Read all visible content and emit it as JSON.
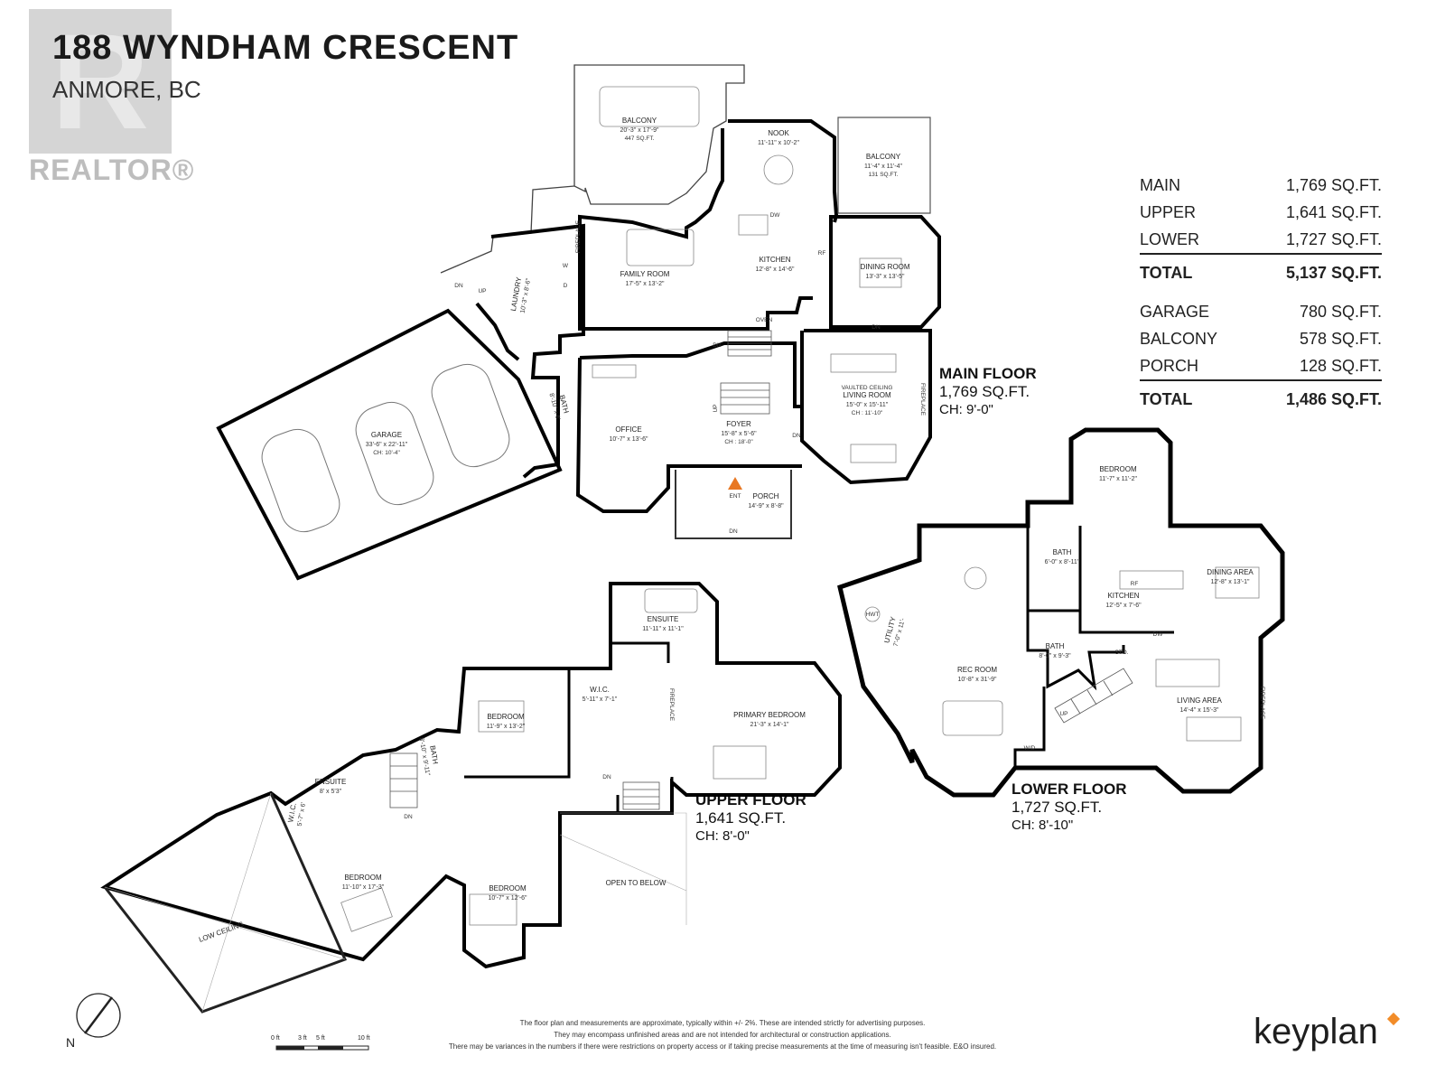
{
  "header": {
    "title": "188 WYNDHAM CRESCENT",
    "subtitle": "ANMORE, BC"
  },
  "logo": {
    "letter": "R",
    "word": "REALTOR®",
    "icon": "realtor-logo"
  },
  "summary": {
    "rows1": [
      {
        "label": "MAIN",
        "value": "1,769 SQ.FT."
      },
      {
        "label": "UPPER",
        "value": "1,641 SQ.FT."
      },
      {
        "label": "LOWER",
        "value": "1,727 SQ.FT."
      }
    ],
    "total1": {
      "label": "TOTAL",
      "value": "5,137 SQ.FT."
    },
    "rows2": [
      {
        "label": "GARAGE",
        "value": "780 SQ.FT."
      },
      {
        "label": "BALCONY",
        "value": "578 SQ.FT."
      },
      {
        "label": "PORCH",
        "value": "128 SQ.FT."
      }
    ],
    "total2": {
      "label": "TOTAL",
      "value": "1,486 SQ.FT."
    }
  },
  "floors": {
    "main": {
      "name": "MAIN FLOOR",
      "area": "1,769 SQ.FT.",
      "ch": "CH: 9'-0\""
    },
    "upper": {
      "name": "UPPER FLOOR",
      "area": "1,641 SQ.FT.",
      "ch": "CH: 8'-0\""
    },
    "lower": {
      "name": "LOWER FLOOR",
      "area": "1,727 SQ.FT.",
      "ch": "CH: 8'-10\""
    }
  },
  "rooms": {
    "balcony_large": {
      "name": "BALCONY",
      "dim": "20'-3\" x 17'-9\"",
      "area": "447 SQ.FT."
    },
    "nook": {
      "name": "NOOK",
      "dim": "11'-11\" x 10'-2\""
    },
    "balcony_small": {
      "name": "BALCONY",
      "dim": "11'-4\" x 11'-4\"",
      "area": "131 SQ.FT."
    },
    "kitchen_main": {
      "name": "KITCHEN",
      "dim": "12'-8\" x 14'-6\""
    },
    "family_room": {
      "name": "FAMILY ROOM",
      "dim": "17'-5\" x 13'-2\""
    },
    "dining_room": {
      "name": "DINING ROOM",
      "dim": "13'-3\" x 13'-5\""
    },
    "laundry": {
      "name": "LAUNDRY",
      "dim": "10'-3\" x 8'-6\""
    },
    "living_room": {
      "name": "LIVING ROOM",
      "tag": "VAULTED CEILING",
      "dim": "15'-0\" x 15'-11\"",
      "ch": "CH : 11'-10\""
    },
    "garage": {
      "name": "GARAGE",
      "dim": "33'-6\" x 22'-11\"",
      "ch": "CH: 10'-4\""
    },
    "bath_main": {
      "name": "BATH",
      "dim": "8'-10\" x 6'"
    },
    "office": {
      "name": "OFFICE",
      "dim": "10'-7\" x 13'-6\""
    },
    "foyer": {
      "name": "FOYER",
      "dim": "15'-8\" x 5'-6\"",
      "ch": "CH : 18'-0\""
    },
    "porch": {
      "name": "PORCH",
      "dim": "14'-9\" x 8'-8\""
    },
    "ensuite_upper": {
      "name": "ENSUITE",
      "dim": "11'-11\" x 11'-1\""
    },
    "wic_upper": {
      "name": "W.I.C.",
      "dim": "5'-11\" x 7'-1\""
    },
    "primary_bedroom": {
      "name": "PRIMARY BEDROOM",
      "dim": "21'-3\" x 14'-1\""
    },
    "bedroom_upper1": {
      "name": "BEDROOM",
      "dim": "11'-9\" x 13'-2\""
    },
    "bath_upper": {
      "name": "BATH",
      "dim": "8'-10\" x 9'-11\""
    },
    "ensuite_small": {
      "name": "ENSUITE",
      "dim": "8' x 5'3\""
    },
    "wic_small": {
      "name": "W.I.C.",
      "dim": "5'-7\" x 6'"
    },
    "bedroom_upper2": {
      "name": "BEDROOM",
      "dim": "11'-10\" x 17'-3\""
    },
    "bedroom_upper3": {
      "name": "BEDROOM",
      "dim": "10'-7\" x 12'-6\""
    },
    "open_to_below": {
      "name": "OPEN TO BELOW"
    },
    "low_ceiling": {
      "name": "LOW CEILING"
    },
    "bedroom_lower": {
      "name": "BEDROOM",
      "dim": "11'-7\" x 11'-2\""
    },
    "bath_lower1": {
      "name": "BATH",
      "dim": "6'-0\" x 8'-11\""
    },
    "dining_area": {
      "name": "DINING AREA",
      "dim": "12'-8\" x 13'-1\""
    },
    "kitchen_lower": {
      "name": "KITCHEN",
      "dim": "12'-5\" x 7'-6\""
    },
    "utility": {
      "name": "UTILITY",
      "dim": "7'-0\" x 11'-"
    },
    "rec_room": {
      "name": "REC ROOM",
      "dim": "10'-8\" x 31'-9\""
    },
    "bath_lower2": {
      "name": "BATH",
      "dim": "8'-0\" x 9'-3\""
    },
    "living_area": {
      "name": "LIVING AREA",
      "dim": "14'-4\" x 15'-3\""
    }
  },
  "tags": {
    "fireplace": "FIREPLACE",
    "dn": "DN",
    "up": "UP",
    "ent": "ENT",
    "oven": "OVEN",
    "rf": "RF",
    "dw": "DW",
    "w": "W",
    "d": "D",
    "hwt": "HWT",
    "wd": "W/D",
    "sto": "STO."
  },
  "compass": {
    "label": "N",
    "icon": "north-arrow-icon"
  },
  "scale": {
    "labels": [
      "0 ft",
      "3 ft",
      "5 ft",
      "10 ft"
    ]
  },
  "disclaimer": [
    "The floor plan and measurements are approximate, typically within +/- 2%. These are intended strictly for advertising purposes.",
    "They may encompass unfinished areas and are not intended for architectural or construction applications.",
    "There may be variances in the numbers if there were restrictions on property access or if taking precise measurements at the time of measuring isn't feasible. E&O insured."
  ],
  "brand": {
    "name": "keyplan",
    "accent": "#f28c28"
  },
  "colors": {
    "wall": "#000000",
    "thin": "#666666",
    "text": "#222222"
  }
}
